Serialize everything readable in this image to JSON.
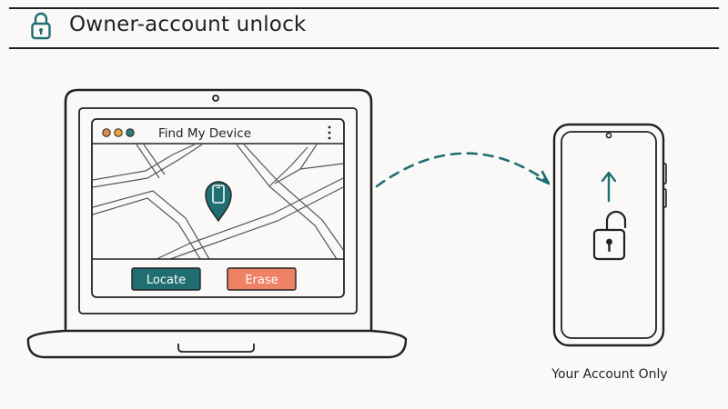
{
  "header": {
    "title": "Owner-account unlock",
    "icon": "padlock-icon"
  },
  "laptop": {
    "app_title": "Find My Device",
    "window_controls": [
      "#e08a47",
      "#e8a23e",
      "#2f7d7a"
    ],
    "menu_icon": "kebab-menu-icon",
    "map_pin_icon": "phone-location-pin-icon",
    "locate_label": "Locate",
    "erase_label": "Erase"
  },
  "phone": {
    "caption": "Your Account Only",
    "arrow_icon": "arrow-up-icon",
    "lock_icon": "unlocked-padlock-icon"
  },
  "colors": {
    "teal": "#1f6e72",
    "coral": "#ef8164",
    "ink": "#222222",
    "background": "#fbf9f8"
  }
}
